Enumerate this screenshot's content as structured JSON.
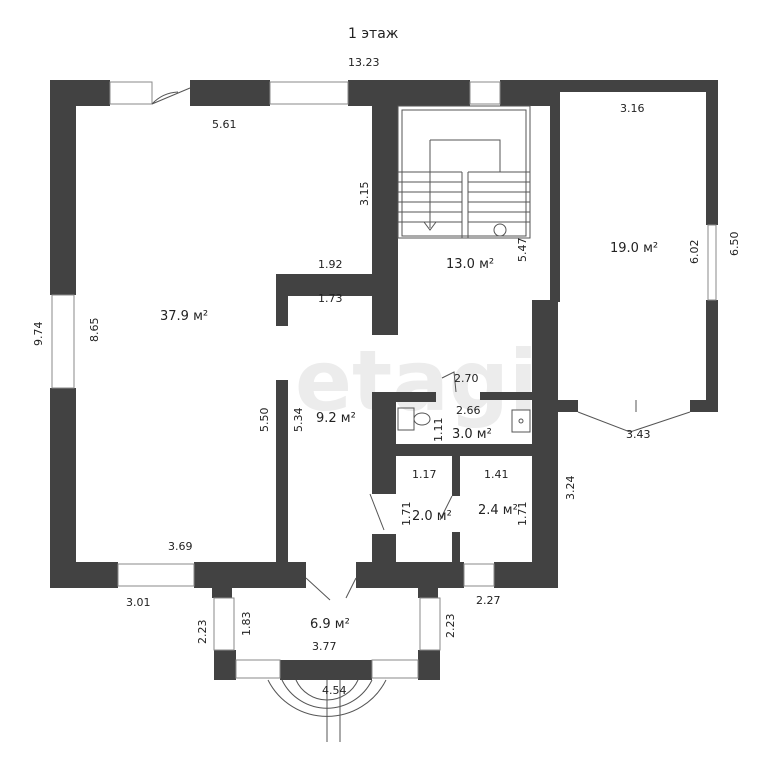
{
  "title": "1 этаж",
  "watermark": "etagi",
  "colors": {
    "wall": "#424242",
    "line": "#555555",
    "window": "#9a9a9a",
    "background": "#ffffff"
  },
  "areas": {
    "living_room": "37.9 м²",
    "stair_hall": "13.0 м²",
    "right_room": "19.0 м²",
    "corridor": "9.2 м²",
    "bathroom": "3.0 м²",
    "toilet": "2.0 м²",
    "small_room": "2.4 м²",
    "porch": "6.9 м²"
  },
  "dims": {
    "overall_width": "13.23",
    "overall_height": "9.74",
    "living_top": "5.61",
    "living_height": "8.65",
    "living_right_wall": "5.50",
    "living_bottom": "3.69",
    "stair_left": "3.15",
    "corridor_top_outer": "1.92",
    "corridor_top_inner": "1.73",
    "corridor_height": "5.34",
    "stair_right": "5.47",
    "right_room_top": "3.16",
    "right_room_height": "6.02",
    "right_outer_height": "6.50",
    "right_room_bottom": "3.43",
    "hall_width": "2.70",
    "bath_width": "2.66",
    "bath_height": "1.11",
    "toilet_width": "1.17",
    "toilet_height": "1.71",
    "small_room_width": "1.41",
    "small_room_height": "1.71",
    "right_lower_height": "3.24",
    "bottom_left": "3.01",
    "bottom_right": "2.27",
    "porch_outer_left": "2.23",
    "porch_inner_left": "1.83",
    "porch_outer_right": "2.23",
    "porch_width": "3.77",
    "porch_bottom": "4.54"
  }
}
